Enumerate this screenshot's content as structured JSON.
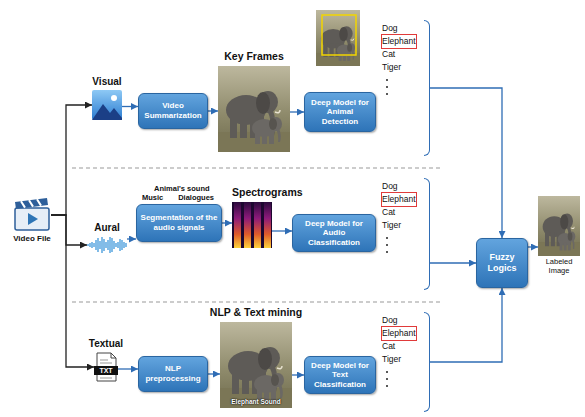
{
  "diagram": {
    "nodes": [
      {
        "text": [
          "Video File"
        ]
      },
      {
        "text": [
          "Visual"
        ]
      },
      {
        "text": [
          "Video Summarization"
        ]
      },
      {
        "text": [
          "Key Frames"
        ]
      },
      {
        "text": [
          "Deep Model for Animal Detection"
        ]
      },
      {
        "text": [
          "Dog",
          "Elephant",
          "Cat",
          "Tiger"
        ]
      },
      {
        "text": [
          "Aural"
        ]
      },
      {
        "text": [
          "Animal's sound",
          "Music",
          "Dialogues",
          "Segmentation of the audio signals"
        ]
      },
      {
        "text": [
          "Spectrograms"
        ]
      },
      {
        "text": [
          "Deep Model for Audio Classification"
        ]
      },
      {
        "text": [
          "Dog",
          "Elephant",
          "Cat",
          "Tiger"
        ]
      },
      {
        "text": [
          "Textual",
          "TXT"
        ]
      },
      {
        "text": [
          "NLP preprocessing"
        ]
      },
      {
        "text": [
          "NLP & Text mining",
          "Elephant Sound"
        ]
      },
      {
        "text": [
          "Deep Model for Text Classification"
        ]
      },
      {
        "text": [
          "Dog",
          "Elephant",
          "Cat",
          "Tiger"
        ]
      },
      {
        "text": [
          "Fuzzy Logics"
        ]
      },
      {
        "text": [
          "Labeled Image"
        ]
      }
    ],
    "edges": [
      {
        "from": 0,
        "to": 1,
        "arrow": "to"
      },
      {
        "from": 0,
        "to": 6,
        "arrow": "to"
      },
      {
        "from": 0,
        "to": 11,
        "arrow": "to"
      },
      {
        "from": 1,
        "to": 2,
        "arrow": "to"
      },
      {
        "from": 2,
        "to": 3,
        "arrow": "to"
      },
      {
        "from": 3,
        "to": 4,
        "arrow": "to"
      },
      {
        "from": 5,
        "to": 16,
        "arrow": "to"
      },
      {
        "from": 6,
        "to": 7,
        "arrow": "to"
      },
      {
        "from": 7,
        "to": 8,
        "arrow": "to"
      },
      {
        "from": 8,
        "to": 9,
        "arrow": "to"
      },
      {
        "from": 10,
        "to": 16,
        "arrow": "to"
      },
      {
        "from": 11,
        "to": 12,
        "arrow": "to"
      },
      {
        "from": 12,
        "to": 13,
        "arrow": "to"
      },
      {
        "from": 13,
        "to": 14,
        "arrow": "to"
      },
      {
        "from": 15,
        "to": 16,
        "arrow": "to"
      },
      {
        "from": 16,
        "to": 17,
        "arrow": "to"
      }
    ]
  }
}
